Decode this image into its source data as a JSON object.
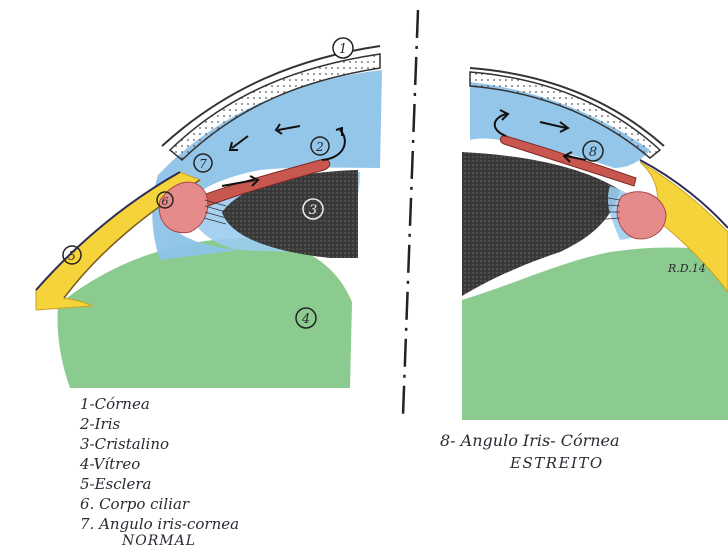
{
  "diagram": {
    "markers": {
      "m1": "1",
      "m2": "2",
      "m3": "3",
      "m4": "4",
      "m5": "5",
      "m6": "6",
      "m7": "7",
      "m8": "8"
    },
    "signature": "R.D.14"
  },
  "legend": {
    "items": [
      "1-Córnea",
      "2-Iris",
      "3-Cristalino",
      "4-Vítreo",
      "5-Esclera",
      "6. Corpo ciliar",
      "7. Angulo iris-cornea"
    ],
    "item7_sub": "NORMAL"
  },
  "caption": {
    "line1": "8- Angulo Iris- Córnea",
    "line2": "ESTREITO"
  },
  "colors": {
    "cornea_fill": "#f2f2f2",
    "aqueous_blue": "#8ec3e8",
    "sclera_yellow": "#f5d33a",
    "iris_red": "#c8574f",
    "ciliary_pink": "#e58b8b",
    "lens_dark": "#2f2f2f",
    "vitreous_green": "#7fc583",
    "divider": "#222222"
  }
}
